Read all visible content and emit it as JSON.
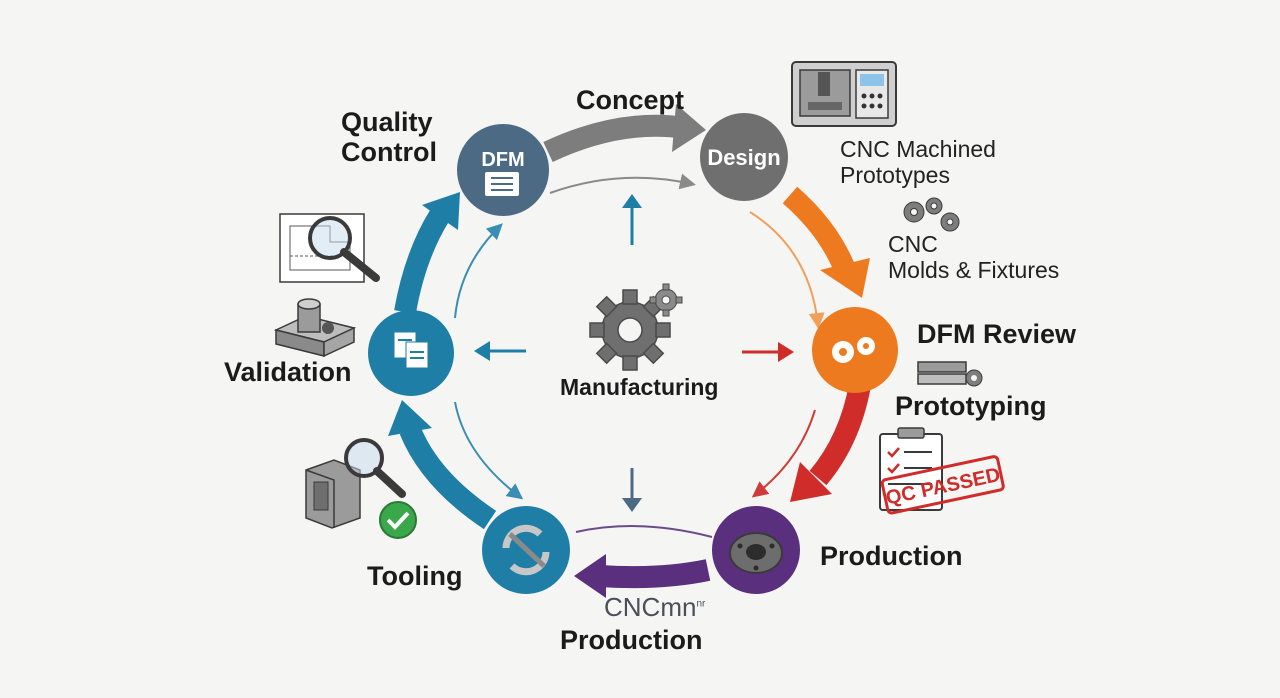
{
  "nodes": {
    "qc_node": "DFM",
    "design_node": "Design"
  },
  "labels": {
    "concept": "Concept",
    "quality_control_1": "Quality",
    "quality_control_2": "Control",
    "cnc_machined_1": "CNC Machined",
    "cnc_machined_2": "Prototypes",
    "cnc_molds_1": "CNC",
    "cnc_molds_2": "Molds & Fixtures",
    "dfm_review": "DFM Review",
    "prototyping": "Prototyping",
    "validation": "Validation",
    "manufacturing": "Manufacturing",
    "production": "Production",
    "tooling": "Tooling",
    "cnc_production_1": "CNCmn",
    "cnc_production_sup": "nr",
    "cnc_production_2": "Production",
    "qc_stamp": "QC PASSED"
  },
  "colors": {
    "slate": "#4d6a85",
    "gray": "#6f6f6f",
    "orange": "#ee7a1f",
    "red": "#cf2c2a",
    "purple": "#5a2f7e",
    "blue": "#1f7ea6",
    "arrow_gray": "#8a8a8a"
  },
  "icons": {
    "center": "gears-icon",
    "cnc_machine": "cnc-machine-icon",
    "small_gears": "gears-small-icon",
    "clipboard": "clipboard-checklist-icon",
    "blueprint_magnifier": "blueprint-magnifier-icon",
    "part_block": "machined-part-icon",
    "tooling_inspect": "tooling-inspection-icon"
  }
}
